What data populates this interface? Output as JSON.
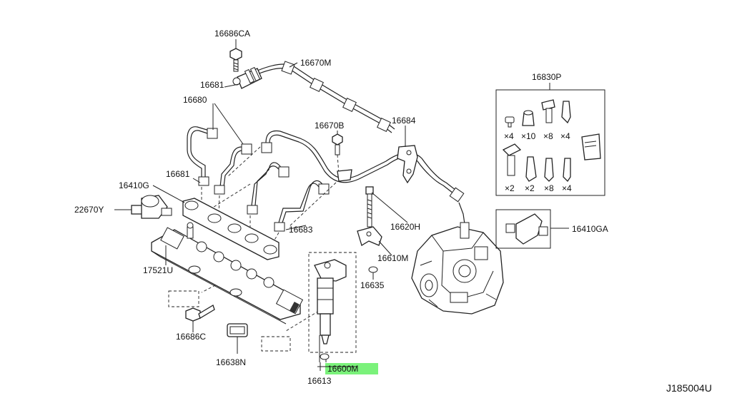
{
  "labels": {
    "p16686CA": "16686CA",
    "p16670M": "16670M",
    "p16681_top": "16681",
    "p16680": "16680",
    "p16670B": "16670B",
    "p16684": "16684",
    "p16681_mid": "16681",
    "p16410G": "16410G",
    "p22670Y": "22670Y",
    "p16683": "16683",
    "p16620H": "16620H",
    "p16610M": "16610M",
    "p17521U": "17521U",
    "p16635": "16635",
    "p16686C": "16686C",
    "p16638N": "16638N",
    "p16600M": "16600M",
    "p16613": "16613",
    "p16830P": "16830P",
    "p16410GA": "16410GA"
  },
  "kit": {
    "quantities_row1": [
      "×4",
      "×10",
      "×8",
      "×4"
    ],
    "quantities_row2": [
      "×2",
      "×2",
      "×8",
      "×4"
    ]
  },
  "highlight": {
    "part": "16600M",
    "color": "#7bf27b"
  },
  "diagram_ref": "J185004U"
}
